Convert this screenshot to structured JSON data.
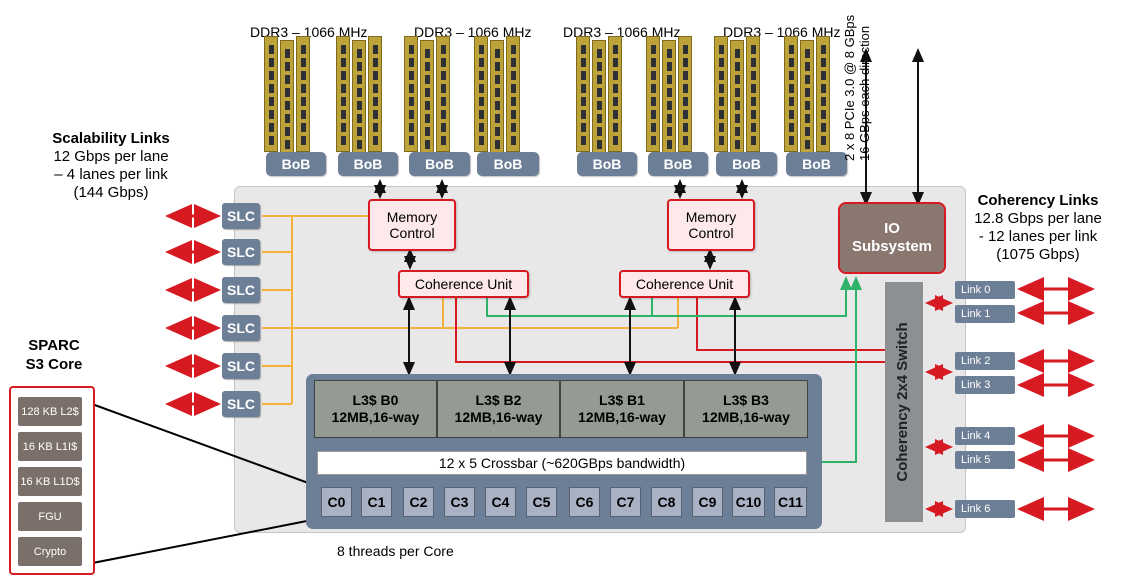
{
  "ddr_labels": [
    "DDR3 – 1066 MHz",
    "DDR3 – 1066 MHz",
    "DDR3 – 1066 MHz",
    "DDR3 – 1066 MHz"
  ],
  "bob_label": "BoB",
  "pcie": {
    "line1": "2 x 8 PCIe 3.0 @ 8 GBps",
    "line2": "16 GBps each direction"
  },
  "scalability": {
    "title": "Scalability Links",
    "line1": "12 Gbps per lane",
    "line2": "– 4 lanes per link",
    "line3": "(144 Gbps)"
  },
  "slc_label": "SLC",
  "memory_control": {
    "line1": "Memory",
    "line2": "Control"
  },
  "coherence_unit": "Coherence Unit",
  "io_subsystem": {
    "line1": "IO",
    "line2": "Subsystem"
  },
  "coherency_links": {
    "title": "Coherency Links",
    "line1": "12.8 Gbps per lane",
    "line2": "- 12 lanes per link",
    "line3": "(1075 Gbps)"
  },
  "links": [
    "Link 0",
    "Link 1",
    "Link 2",
    "Link 3",
    "Link 4",
    "Link 5",
    "Link 6"
  ],
  "switch_label": "Coherency 2x4 Switch",
  "l3_banks": [
    {
      "name": "L3$ B0",
      "size": "12MB,16-way"
    },
    {
      "name": "L3$ B2",
      "size": "12MB,16-way"
    },
    {
      "name": "L3$ B1",
      "size": "12MB,16-way"
    },
    {
      "name": "L3$ B3",
      "size": "12MB,16-way"
    }
  ],
  "crossbar": "12 x 5 Crossbar (~620GBps bandwidth)",
  "cores": [
    "C0",
    "C1",
    "C2",
    "C3",
    "C4",
    "C5",
    "C6",
    "C7",
    "C8",
    "C9",
    "C10",
    "C11"
  ],
  "threads_note": "8 threads per Core",
  "sparc": {
    "line1": "SPARC",
    "line2": "S3 Core"
  },
  "s3_items": [
    "128 KB L2$",
    "16 KB L1I$",
    "16 KB L1D$",
    "FGU",
    "Crypto"
  ],
  "colors": {
    "red": "#d71a21",
    "orange": "#f4b13c",
    "green": "#2fb36b",
    "blue_gray": "#6d7f97"
  }
}
